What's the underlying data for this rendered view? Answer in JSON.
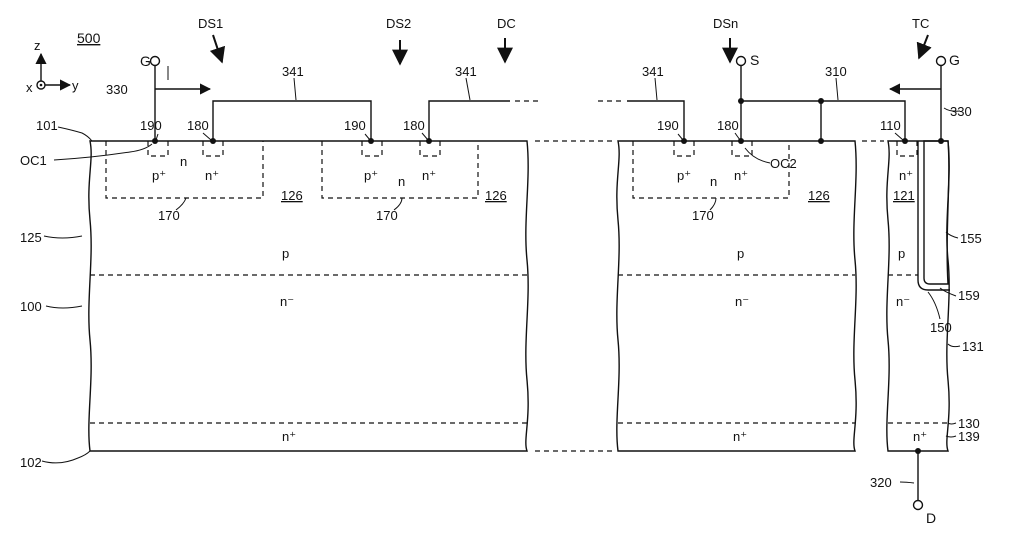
{
  "figure": {
    "number": "500",
    "axes": {
      "z": "z",
      "x": "x",
      "y": "y"
    },
    "terminals": {
      "gate_left": "G",
      "source": "S",
      "gate_right": "G",
      "drain": "D"
    },
    "arrows": {
      "ds1": "DS1",
      "ds2": "DS2",
      "dc": "DC",
      "dsn": "DSn",
      "tc": "TC"
    },
    "refs": {
      "r500": "500",
      "r330a": "330",
      "r330b": "330",
      "r341a": "341",
      "r341b": "341",
      "r341c": "341",
      "r310": "310",
      "r190a": "190",
      "r190b": "190",
      "r190c": "190",
      "r180a": "180",
      "r180b": "180",
      "r180c": "180",
      "r110": "110",
      "r101": "101",
      "oc1": "OC1",
      "oc2": "OC2",
      "r125": "125",
      "r100": "100",
      "r102": "102",
      "r170a": "170",
      "r170b": "170",
      "r170c": "170",
      "r126a": "126",
      "r126b": "126",
      "r126c": "126",
      "r121": "121",
      "r155": "155",
      "r159": "159",
      "r150": "150",
      "r131": "131",
      "r130": "130",
      "r139": "139",
      "r320": "320"
    },
    "regions": {
      "pplus_a": "p⁺",
      "nplus_a": "n⁺",
      "n_a": "n",
      "pplus_b": "p⁺",
      "nplus_b": "n⁺",
      "n_b": "n",
      "pplus_c": "p⁺",
      "nplus_c": "n⁺",
      "n_c": "n",
      "nplus_d": "n⁺",
      "p_left": "p",
      "p_mid": "p",
      "p_right": "p",
      "nminus_left": "n⁻",
      "nminus_mid": "n⁻",
      "nminus_right": "n⁻",
      "nplus_left": "n⁺",
      "nplus_mid": "n⁺",
      "nplus_right": "n⁺"
    },
    "colors": {
      "ink": "#111111",
      "background": "#ffffff"
    }
  }
}
